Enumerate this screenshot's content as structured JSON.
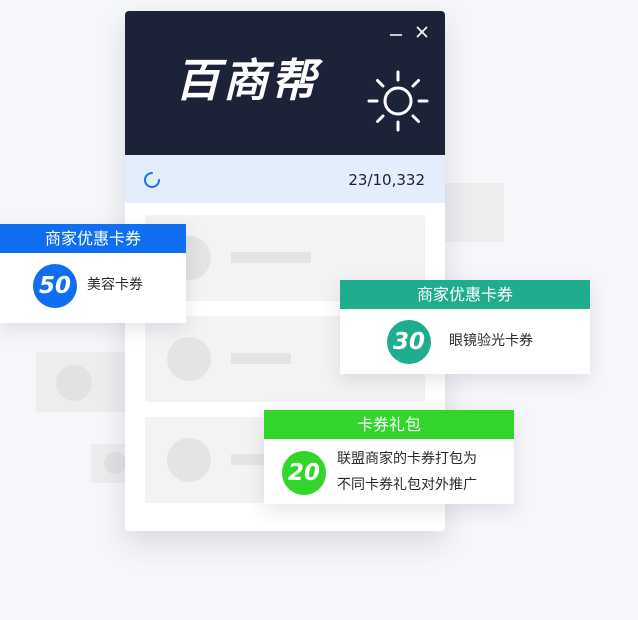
{
  "app": {
    "brand": "百商帮",
    "progress_count": "23/10,332"
  },
  "cards": [
    {
      "title": "商家优惠卡券",
      "badge": "50",
      "text": "美容卡券",
      "color": "#0f6ff0"
    },
    {
      "title": "商家优惠卡券",
      "badge": "30",
      "text": "眼镜验光卡券",
      "color": "#1fad8f"
    },
    {
      "title": "卡券礼包",
      "badge": "20",
      "text_lines": [
        "联盟商家的卡券打包为",
        "不同卡券礼包对外推广"
      ],
      "color": "#32d62a"
    }
  ],
  "icons": {
    "minimize": "minimize-icon",
    "close": "close-icon",
    "theme": "sun-icon",
    "loading": "spinner-icon"
  },
  "colors": {
    "header_bg": "#1c2238",
    "status_bg": "#e3edfb",
    "spinner": "#1a73e8"
  }
}
